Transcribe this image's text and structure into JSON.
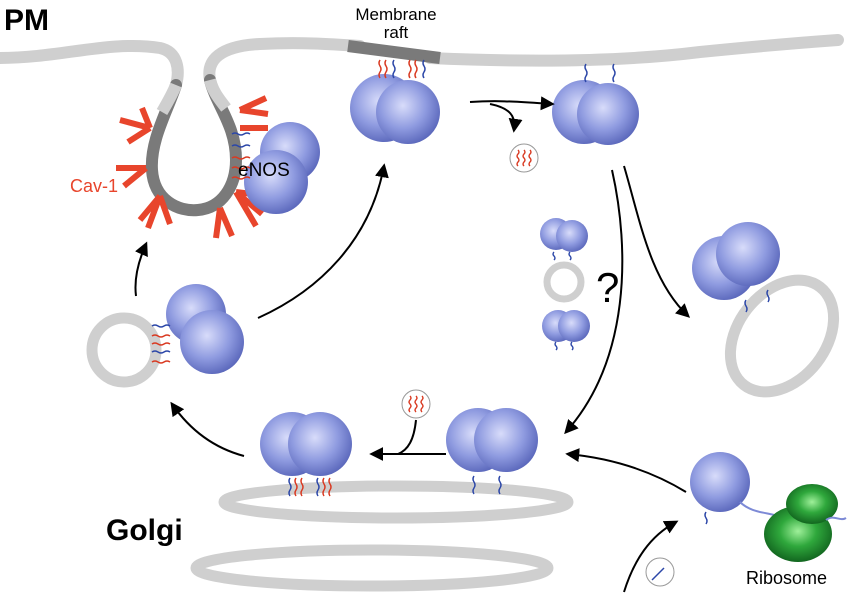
{
  "labels": {
    "pm": "PM",
    "membrane_raft_line1": "Membrane",
    "membrane_raft_line2": "raft",
    "cav1": "Cav-1",
    "enos": "eNOS",
    "question": "?",
    "golgi": "Golgi",
    "ribosome": "Ribosome"
  },
  "colors": {
    "membrane": "#cfcfcf",
    "raft": "#7a7a7a",
    "protein_light": "#c9cff5",
    "protein_mid": "#7d8ad6",
    "protein_dark": "#4a56a8",
    "caveolin": "#e8452c",
    "palmitoyl": "#d93a22",
    "myristoyl": "#2c47a8",
    "ribosome_light": "#8fe08f",
    "ribosome_dark": "#0f6a1f",
    "arrow": "#000000"
  }
}
